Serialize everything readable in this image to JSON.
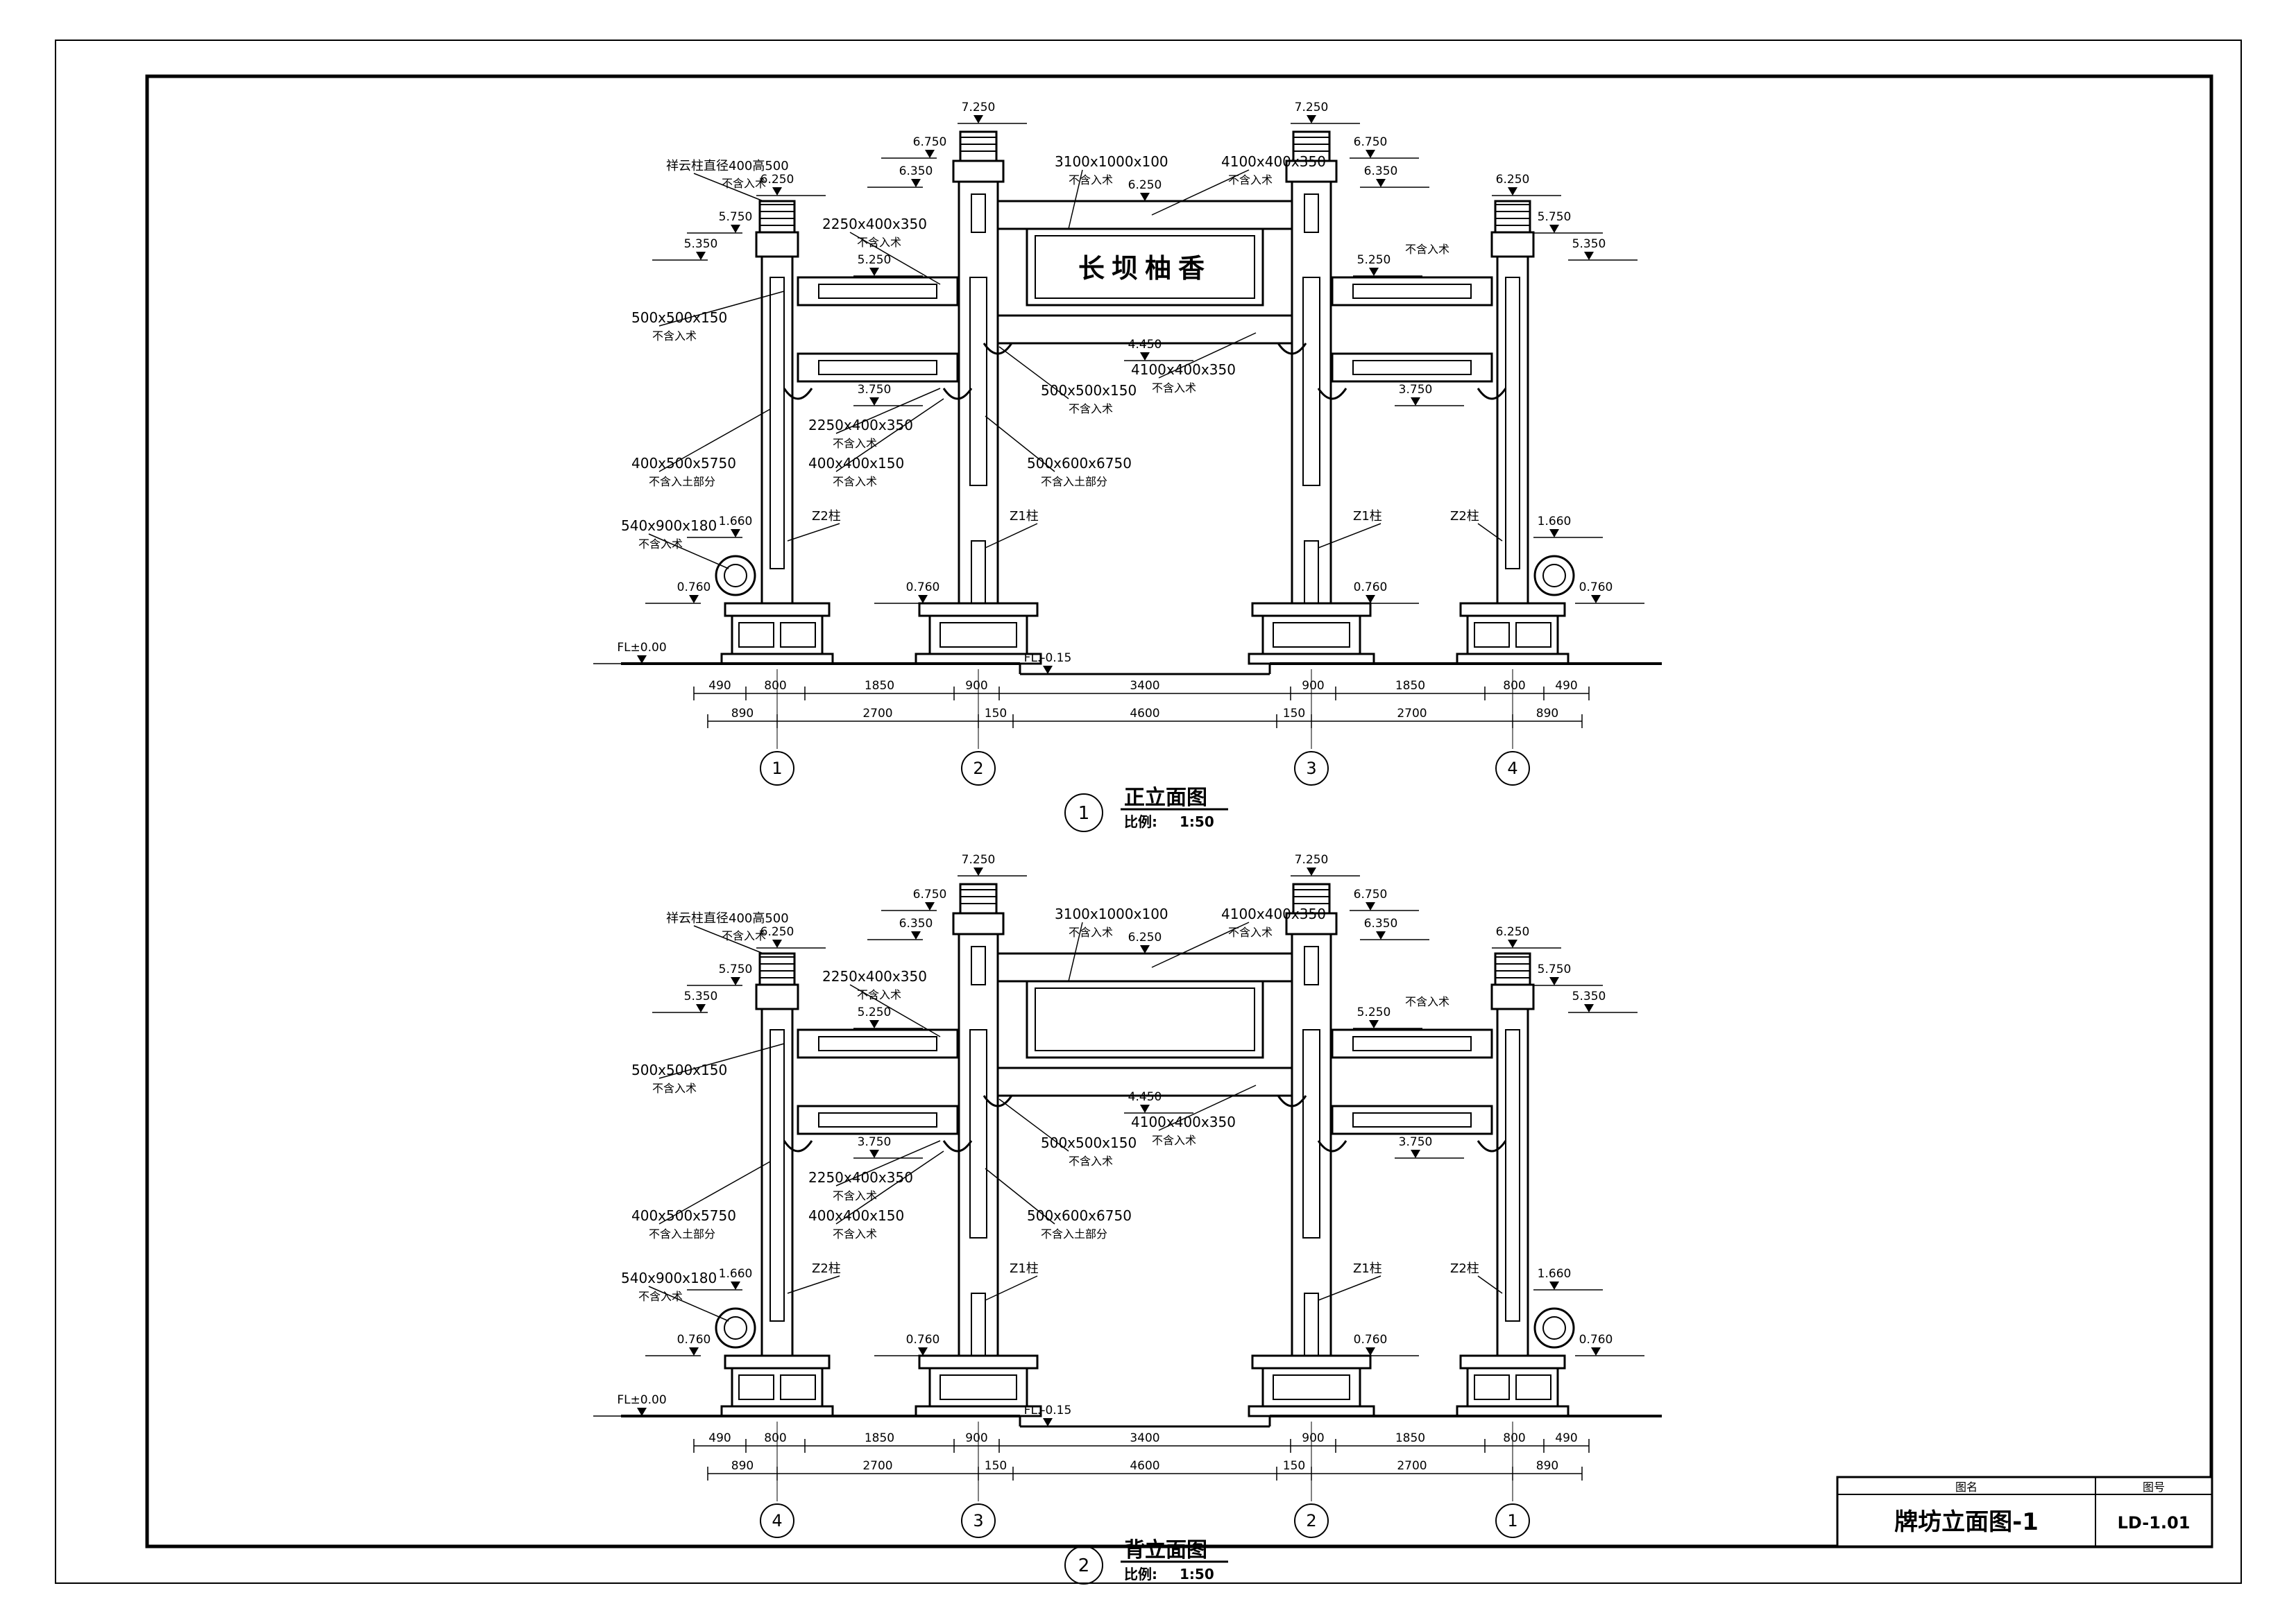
{
  "elevations": [
    {
      "id": "front",
      "circle_no": "1",
      "title": "正立面图",
      "scale_label": "比例:",
      "scale_value": "1:50",
      "sign_text": "长坝柚香",
      "axis_labels": [
        "1",
        "2",
        "3",
        "4"
      ]
    },
    {
      "id": "back",
      "circle_no": "2",
      "title": "背立面图",
      "scale_label": "比例:",
      "scale_value": "1:50",
      "sign_text": "",
      "axis_labels": [
        "4",
        "3",
        "2",
        "1"
      ]
    }
  ],
  "levels": {
    "top": "7.250",
    "cap_small": "6.750",
    "cap_small2": "6.350",
    "side_top": "6.250",
    "side_cap": "5.750",
    "side_cap2": "5.350",
    "beam_top": "5.250",
    "mid": "4.450",
    "lower_beam": "3.750",
    "drum": "1.660",
    "base": "0.760",
    "ground": "FL±0.00",
    "road": "FL.-0.15",
    "main_beam_lvl": "6.250"
  },
  "dims_row1": [
    "490",
    "800",
    "1850",
    "900",
    "3400",
    "900",
    "1850",
    "800",
    "490"
  ],
  "dims_row2": [
    "890",
    "2700",
    "150",
    "4600",
    "150",
    "2700",
    "890"
  ],
  "notes": {
    "cloud_pillar": "祥云柱直径400高500",
    "not_incl": "不含入术",
    "not_incl2": "不含入术",
    "top_board": "3100x1000x100",
    "main_beam": "4100x400x350",
    "side_beam": "2250x400x350",
    "side_bracket": "500x500x150",
    "mid_bracket": "500x500x150",
    "lower_beam_spec": "4100x400x350",
    "lower_side_beam": "2250x400x350",
    "small_bracket": "400x400x150",
    "side_column": "400x500x5750",
    "main_column": "500x600x6750",
    "underground": "不含入土部分",
    "drum_stone": "540x900x180",
    "z1": "Z1柱",
    "z2": "Z2柱"
  },
  "title_block": {
    "name_header": "图名",
    "no_header": "图号",
    "name": "牌坊立面图-1",
    "no": "LD-1.01"
  }
}
